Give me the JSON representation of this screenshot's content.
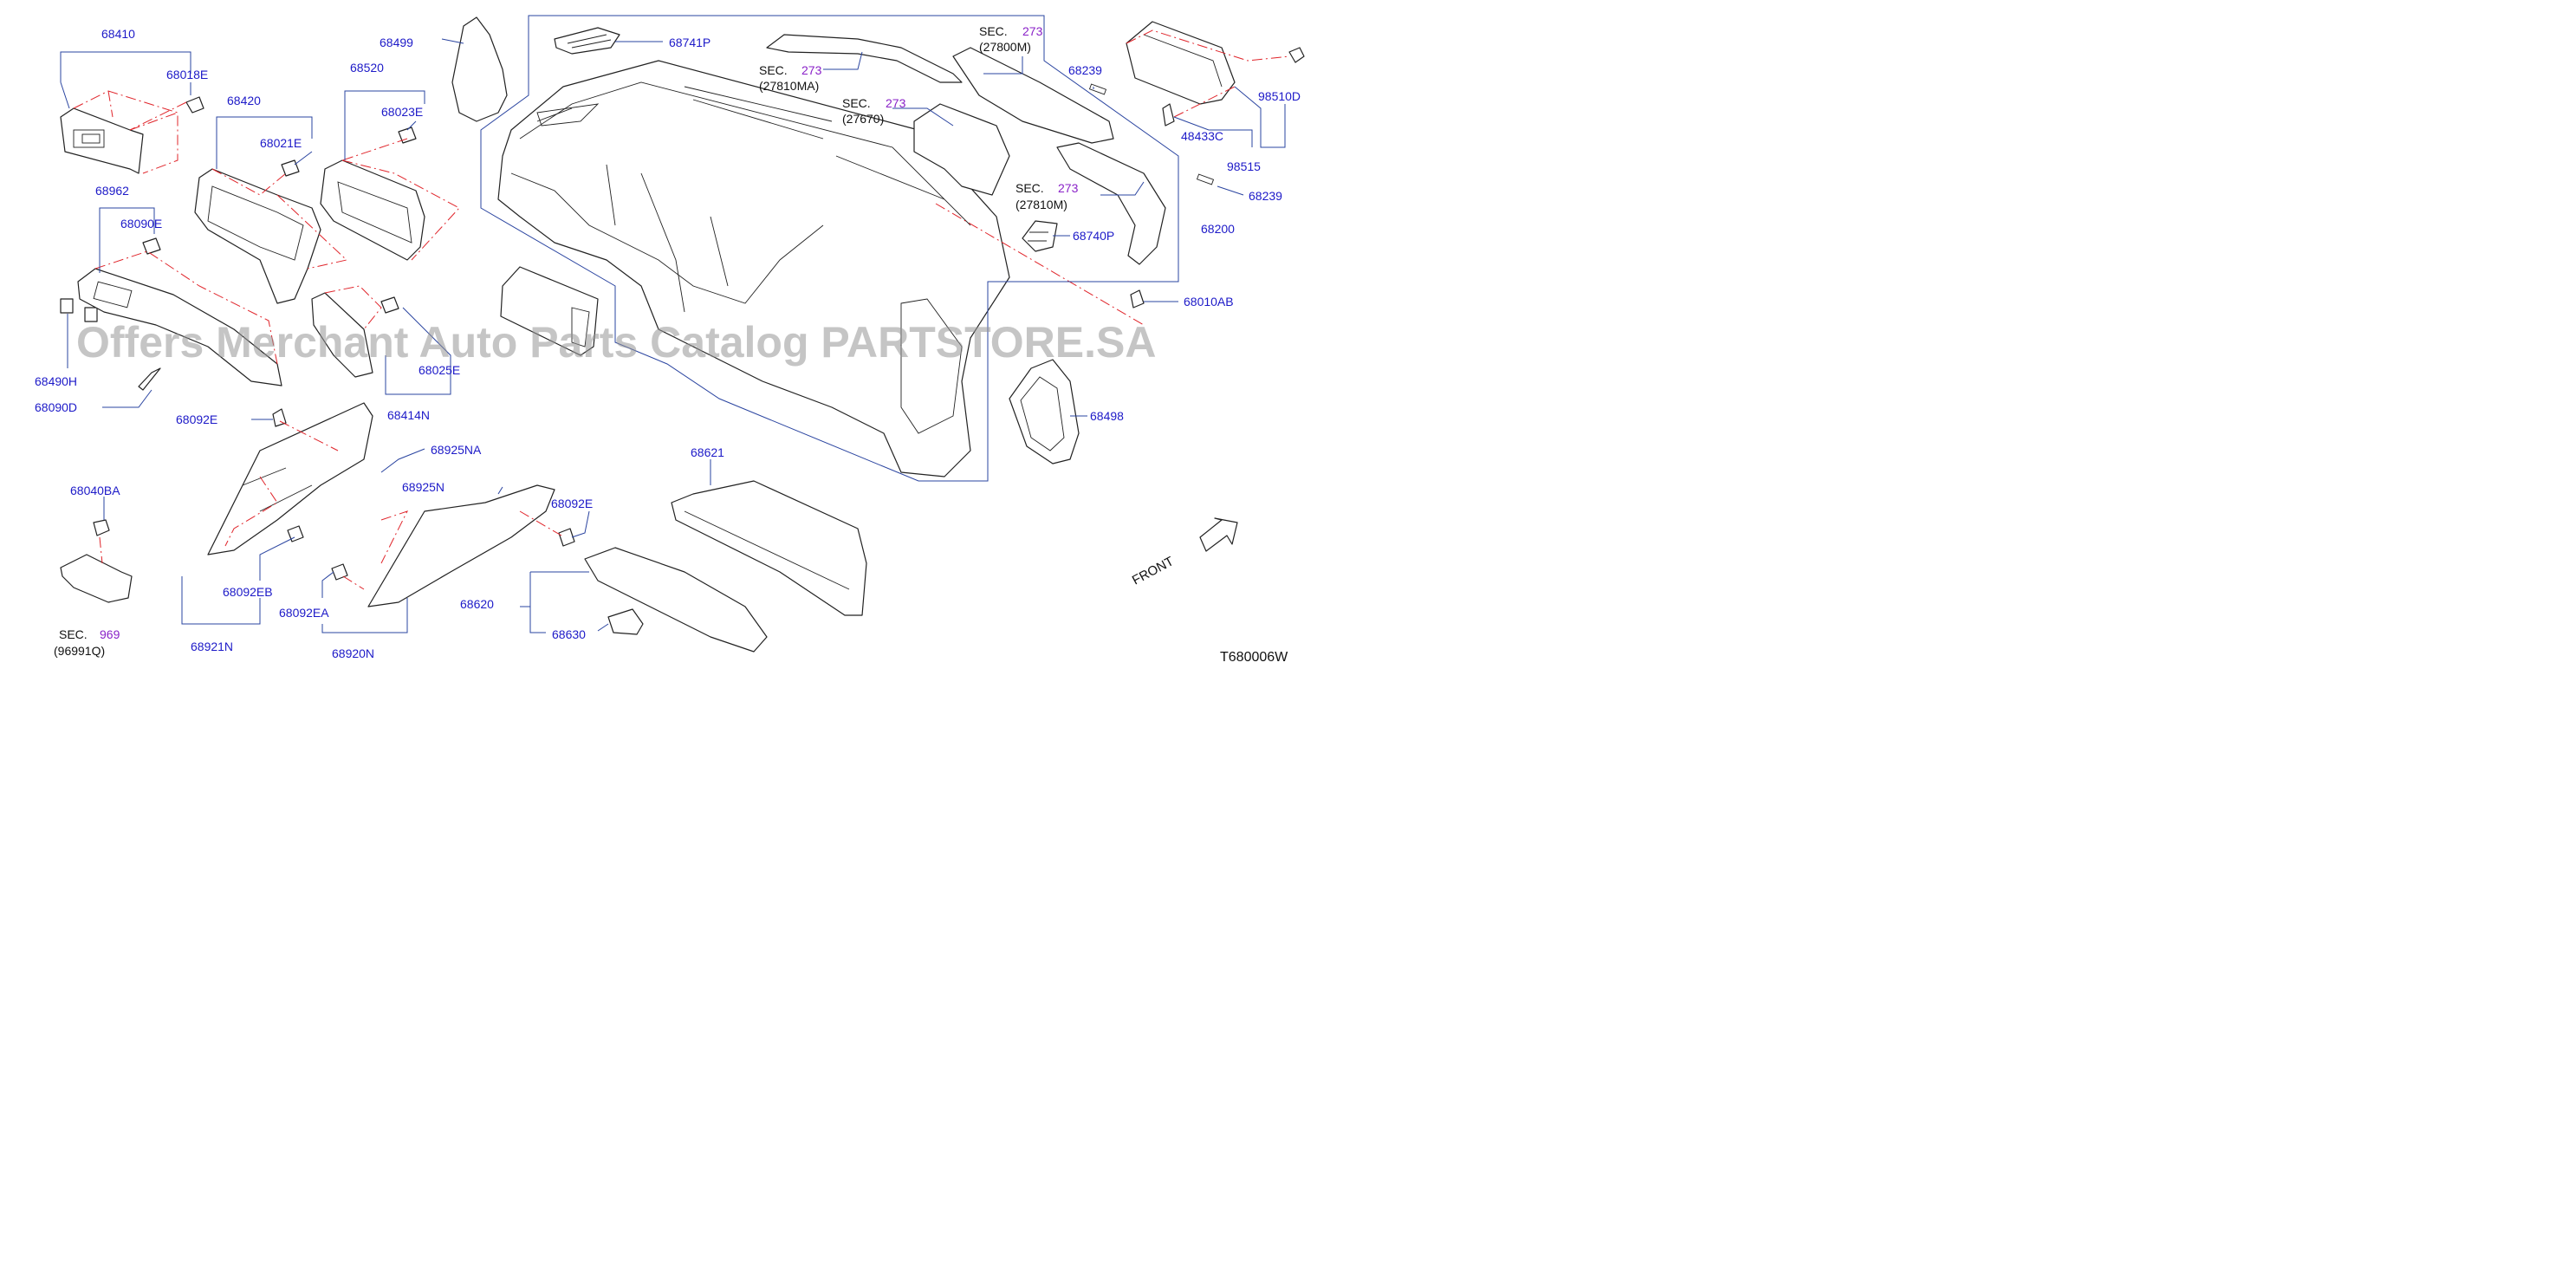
{
  "diagram": {
    "code": "T680006W",
    "front_label": "FRONT",
    "watermark": "Offers Merchant Auto Parts Catalog PARTSTORE.SA",
    "colors": {
      "part_number": "#1d1ac8",
      "section_number": "#8a22c8",
      "leader": "#2a44a0",
      "dash": "#e0242a"
    },
    "parts": {
      "p68410": "68410",
      "p68018E": "68018E",
      "p68420": "68420",
      "p68021E": "68021E",
      "p68499": "68499",
      "p68520": "68520",
      "p68023E": "68023E",
      "p68741P": "68741P",
      "p68239a": "68239",
      "p98510D": "98510D",
      "p48433C": "48433C",
      "p98515": "98515",
      "p68239b": "68239",
      "p68740P": "68740P",
      "p68200": "68200",
      "p68010AB": "68010AB",
      "p68962": "68962",
      "p68090E": "68090E",
      "p68490H": "68490H",
      "p68090D": "68090D",
      "p68025E": "68025E",
      "p68414N": "68414N",
      "p68498": "68498",
      "p68092Ea": "68092E",
      "p68925NA": "68925NA",
      "p68925N": "68925N",
      "p68092Eb": "68092E",
      "p68621": "68621",
      "p68040BA": "68040BA",
      "p68092EB": "68092EB",
      "p68921N": "68921N",
      "p68092EA": "68092EA",
      "p68920N": "68920N",
      "p68620": "68620",
      "p68630": "68630"
    },
    "sections": {
      "s1": {
        "label": "SEC.",
        "num": "273",
        "ref": "(27810MA)"
      },
      "s2": {
        "label": "SEC.",
        "num": "273",
        "ref": "(27800M)"
      },
      "s3": {
        "label": "SEC.",
        "num": "273",
        "ref": "(27670)"
      },
      "s4": {
        "label": "SEC.",
        "num": "273",
        "ref": "(27810M)"
      },
      "s5": {
        "label": "SEC.",
        "num": "969",
        "ref": "(96991Q)"
      }
    }
  }
}
